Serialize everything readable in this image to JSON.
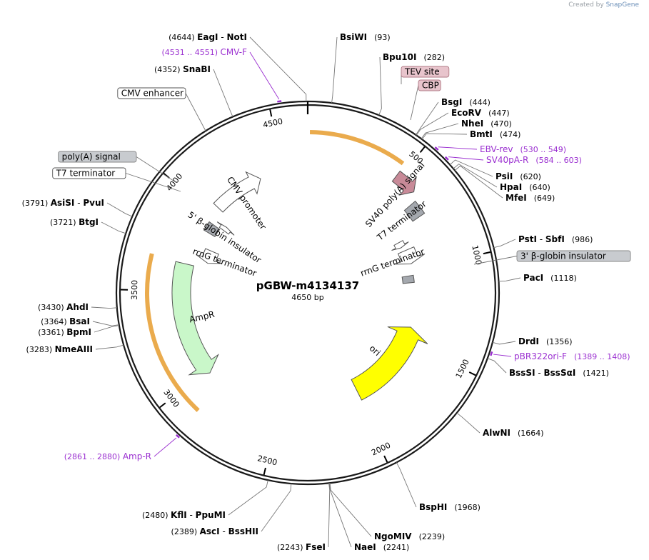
{
  "credit": {
    "prefix": "Created by",
    "brand": "SnapGene"
  },
  "plasmid": {
    "name": "pGBW-m4134137",
    "size_label": "4650 bp",
    "length": 4650
  },
  "colors": {
    "backbone": "#1a1a1a",
    "enzyme_text": "#000000",
    "primer": "#9a2fd0",
    "orf_outline": "#e8a23a",
    "ampR_fill": "#c9f7c9",
    "ori_fill": "#ffff00",
    "gray_feature": "#a4a8ae",
    "pink_feature": "#c88a98",
    "white_feature": "#ffffff"
  },
  "ticks": [
    {
      "pos": 500,
      "label": "500"
    },
    {
      "pos": 1000,
      "label": "1000"
    },
    {
      "pos": 1500,
      "label": "1500"
    },
    {
      "pos": 2000,
      "label": "2000"
    },
    {
      "pos": 2500,
      "label": "2500"
    },
    {
      "pos": 3000,
      "label": "3000"
    },
    {
      "pos": 3500,
      "label": "3500"
    },
    {
      "pos": 4000,
      "label": "4000"
    },
    {
      "pos": 4500,
      "label": "4500"
    }
  ],
  "enzymes": [
    {
      "pos": 4644,
      "names": [
        "EagI",
        "NotI"
      ],
      "coord": "(4644)"
    },
    {
      "pos": 93,
      "names": [
        "BsiWI"
      ],
      "coord": "(93)"
    },
    {
      "pos": 282,
      "names": [
        "Bpu10I"
      ],
      "coord": "(282)"
    },
    {
      "pos": 444,
      "names": [
        "BsgI"
      ],
      "coord": "(444)"
    },
    {
      "pos": 447,
      "names": [
        "EcoRV"
      ],
      "coord": "(447)"
    },
    {
      "pos": 470,
      "names": [
        "NheI"
      ],
      "coord": "(470)"
    },
    {
      "pos": 474,
      "names": [
        "BmtI"
      ],
      "coord": "(474)"
    },
    {
      "pos": 620,
      "names": [
        "PsiI"
      ],
      "coord": "(620)"
    },
    {
      "pos": 640,
      "names": [
        "HpaI"
      ],
      "coord": "(640)"
    },
    {
      "pos": 649,
      "names": [
        "MfeI"
      ],
      "coord": "(649)"
    },
    {
      "pos": 986,
      "names": [
        "PstI",
        "SbfI"
      ],
      "coord": "(986)"
    },
    {
      "pos": 1118,
      "names": [
        "PacI"
      ],
      "coord": "(1118)"
    },
    {
      "pos": 1356,
      "names": [
        "DrdI"
      ],
      "coord": "(1356)"
    },
    {
      "pos": 1421,
      "names": [
        "BssSI",
        "BssSαI"
      ],
      "coord": "(1421)"
    },
    {
      "pos": 1664,
      "names": [
        "AlwNI"
      ],
      "coord": "(1664)"
    },
    {
      "pos": 1968,
      "names": [
        "BspHI"
      ],
      "coord": "(1968)"
    },
    {
      "pos": 2239,
      "names": [
        "NgoMIV"
      ],
      "coord": "(2239)"
    },
    {
      "pos": 2241,
      "names": [
        "NaeI"
      ],
      "coord": "(2241)"
    },
    {
      "pos": 2243,
      "names": [
        "FseI"
      ],
      "coord": "(2243)"
    },
    {
      "pos": 2389,
      "names": [
        "AscI",
        "BssHII"
      ],
      "coord": "(2389)"
    },
    {
      "pos": 2480,
      "names": [
        "KflI",
        "PpuMI"
      ],
      "coord": "(2480)"
    },
    {
      "pos": 3283,
      "names": [
        "NmeAIII"
      ],
      "coord": "(3283)"
    },
    {
      "pos": 3361,
      "names": [
        "BpmI"
      ],
      "coord": "(3361)"
    },
    {
      "pos": 3364,
      "names": [
        "BsaI"
      ],
      "coord": "(3364)"
    },
    {
      "pos": 3430,
      "names": [
        "AhdI"
      ],
      "coord": "(3430)"
    },
    {
      "pos": 3721,
      "names": [
        "BtgI"
      ],
      "coord": "(3721)"
    },
    {
      "pos": 3791,
      "names": [
        "AsiSI",
        "PvuI"
      ],
      "coord": "(3791)"
    },
    {
      "pos": 4352,
      "names": [
        "SnaBI"
      ],
      "coord": "(4352)"
    }
  ],
  "primers": [
    {
      "pos": 4541,
      "name": "CMV-F",
      "range": "(4531 .. 4551)"
    },
    {
      "pos": 540,
      "name": "EBV-rev",
      "range": "(530 .. 549)"
    },
    {
      "pos": 594,
      "name": "SV40pA-R",
      "range": "(584 .. 603)"
    },
    {
      "pos": 1399,
      "name": "pBR322ori-F",
      "range": "(1389 .. 1408)"
    },
    {
      "pos": 2870,
      "name": "Amp-R",
      "range": "(2861 .. 2880)"
    }
  ],
  "boxed_labels": [
    {
      "name": "TEV site",
      "pos": 390,
      "style": "pink"
    },
    {
      "name": "CBP",
      "pos": 420,
      "style": "pink"
    },
    {
      "name": "CMV enhancer",
      "pos": 4400,
      "style": "white"
    },
    {
      "name": "poly(A) signal",
      "pos": 3970,
      "style": "gray"
    },
    {
      "name": "T7 terminator",
      "pos": 3900,
      "style": "white"
    },
    {
      "name": "3' β-globin insulator",
      "pos": 1060,
      "style": "gray"
    }
  ],
  "features": [
    {
      "name": "SV40 poly(A) signal",
      "kind": "arrow",
      "start": 480,
      "end": 600,
      "dir": 1,
      "color": "pink",
      "label": "SV40 poly(A) signal"
    },
    {
      "name": "T7 terminator",
      "kind": "box",
      "start": 640,
      "end": 720,
      "color": "gray",
      "label": "T7 terminator"
    },
    {
      "name": "rrnG terminator right",
      "kind": "arrow",
      "start": 790,
      "end": 830,
      "dir": 1,
      "color": "white",
      "label": ""
    },
    {
      "name": "rrnG terminator right 2",
      "kind": "arrow",
      "start": 860,
      "end": 960,
      "dir": 1,
      "color": "white",
      "label": "rrnG terminator"
    },
    {
      "name": "3' β-globin insulator",
      "kind": "box",
      "start": 1040,
      "end": 1090,
      "color": "gray",
      "label": ""
    },
    {
      "name": "ori",
      "kind": "arrow",
      "start": 1400,
      "end": 1980,
      "dir": -1,
      "color": "yellow",
      "label": "ori"
    },
    {
      "name": "AmpR",
      "kind": "arrow",
      "start": 2980,
      "end": 3660,
      "dir": -1,
      "color": "green",
      "label": "AmpR"
    },
    {
      "name": "rrnG terminator left",
      "kind": "arrow",
      "start": 3700,
      "end": 3790,
      "dir": -1,
      "color": "white",
      "label": "rrnG terminator"
    },
    {
      "name": "5' β-globin insulator",
      "kind": "box",
      "start": 3890,
      "end": 3950,
      "color": "gray",
      "label": "5' β-globin insulator"
    },
    {
      "name": "T7 terminator left",
      "kind": "arrow",
      "start": 3960,
      "end": 3990,
      "dir": 1,
      "color": "white",
      "label": ""
    },
    {
      "name": "CMV promoter",
      "kind": "arrow",
      "start": 4050,
      "end": 4360,
      "dir": 1,
      "color": "white",
      "label": "CMV promoter"
    }
  ],
  "orf_highlights": [
    {
      "start": 10,
      "end": 470,
      "dir": 1
    },
    {
      "start": 2880,
      "end": 3670,
      "dir": -1
    }
  ]
}
